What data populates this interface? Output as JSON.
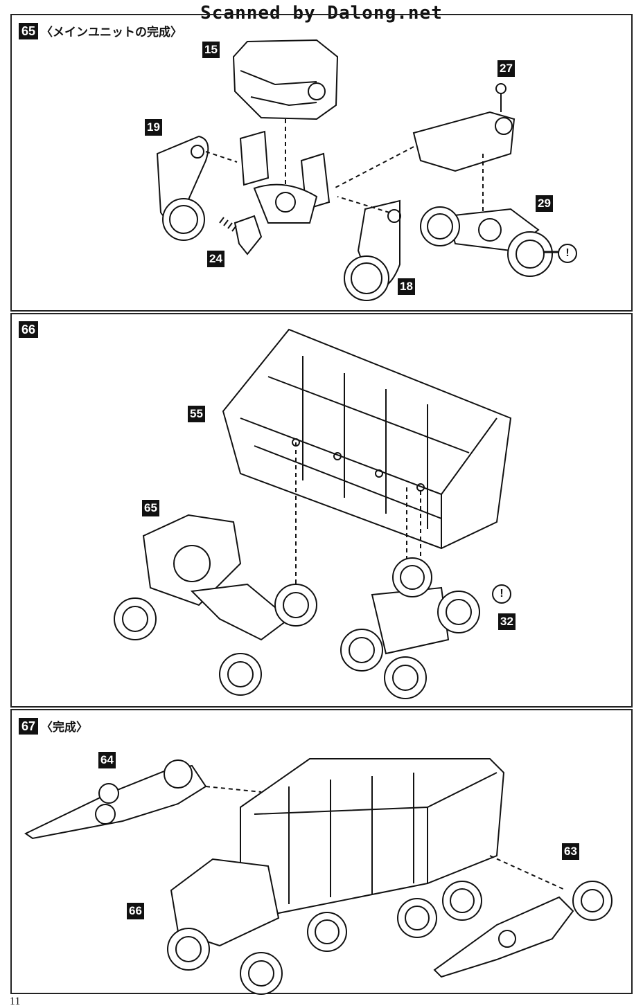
{
  "watermark": "Scanned by Dalong.net",
  "page_number": "11",
  "steps": [
    {
      "num": "65",
      "title": "〈メインユニットの完成〉",
      "parts": [
        "15",
        "19",
        "24",
        "18",
        "27",
        "29"
      ]
    },
    {
      "num": "66",
      "title": "",
      "parts": [
        "55",
        "65",
        "32"
      ]
    },
    {
      "num": "67",
      "title": "〈完成〉",
      "parts": [
        "64",
        "66",
        "63"
      ]
    }
  ],
  "warning_symbol": "!"
}
